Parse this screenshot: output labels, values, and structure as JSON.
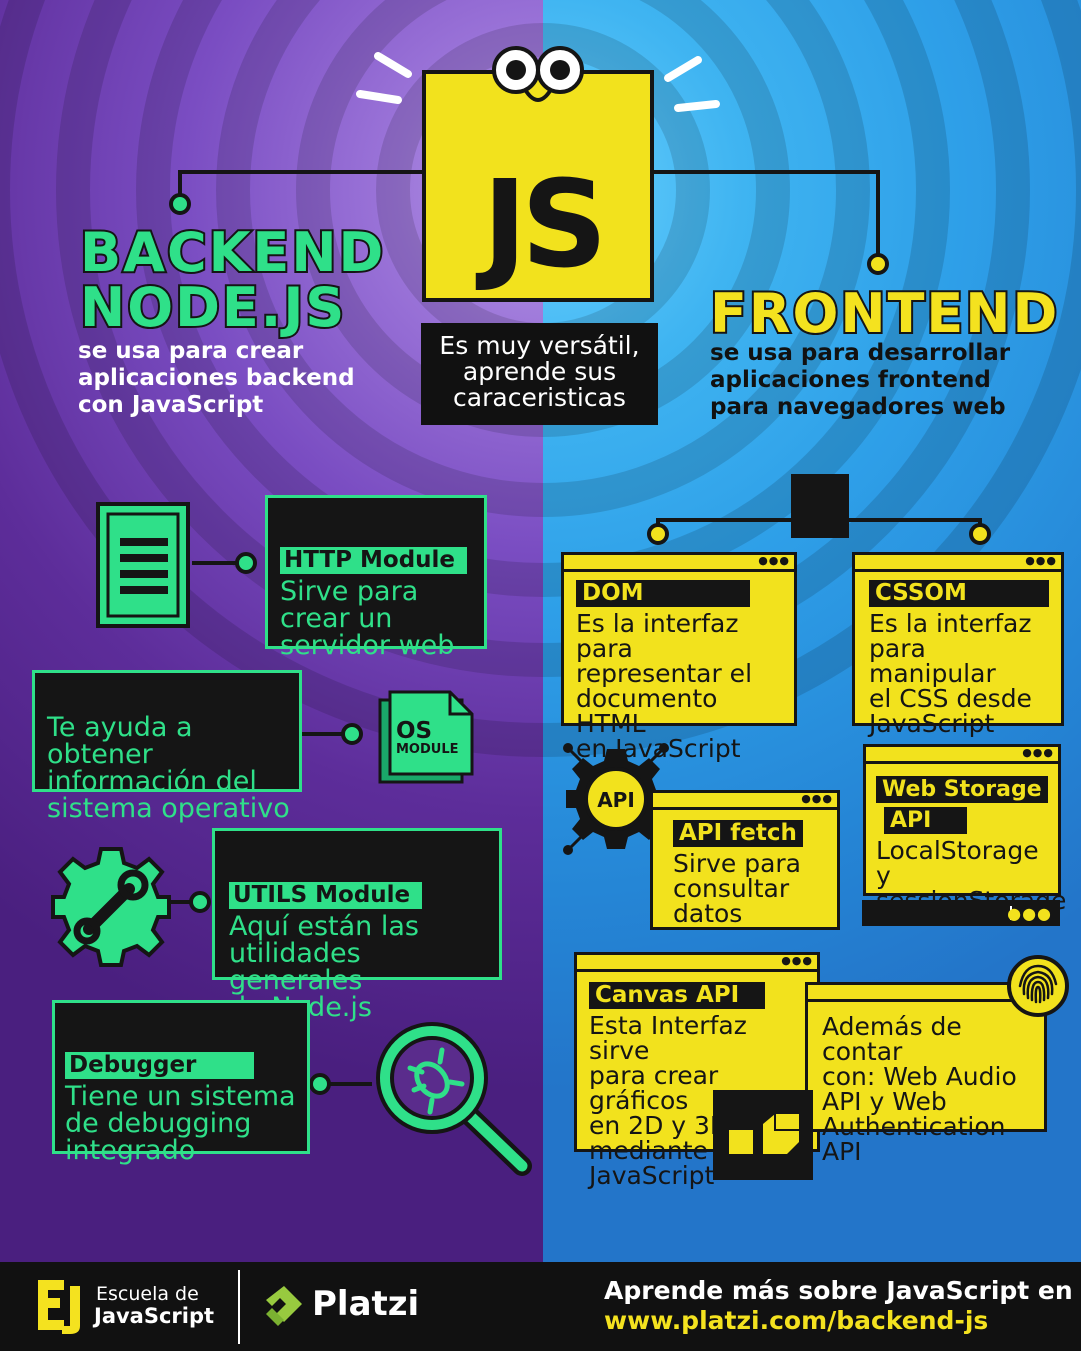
{
  "header": {
    "js_label": "JS",
    "center_note": "Es muy versátil,\naprende sus\ncaraceristicas"
  },
  "backend": {
    "title_line1": "BACKEND",
    "title_line2": "NODE.JS",
    "subtitle": "se usa para crear\naplicaciones backend\ncon JavaScript",
    "http": {
      "tag": "HTTP Module",
      "text": "Sirve para\ncrear un\nservidor web"
    },
    "os": {
      "text": "Te ayuda a obtener\ninformación del\nsistema operativo",
      "icon_line1": "OS",
      "icon_line2": "MODULE"
    },
    "utils": {
      "tag": "UTILS Module",
      "text": "Aquí están las\nutilidades generales\nde Node.js"
    },
    "debugger": {
      "tag": "Debugger",
      "text": "Tiene un sistema\nde debugging\nintegrado"
    }
  },
  "frontend": {
    "title": "FRONTEND",
    "subtitle": "se usa para desarrollar\naplicaciones frontend\npara navegadores web",
    "dom": {
      "tag": "DOM",
      "text": "Es la interfaz para\nrepresentar el\ndocumento HTML\nen JavaScript"
    },
    "cssom": {
      "tag": "CSSOM",
      "text": "Es la interfaz\npara manipular\nel CSS desde\nJavaScript"
    },
    "api_badge": "API",
    "fetch": {
      "tag": "API fetch",
      "text": "Sirve para\nconsultar\ndatos"
    },
    "storage": {
      "tag_line1": "Web Storage",
      "tag_line2": "API",
      "text": "LocalStorage y\nsessionStorage"
    },
    "canvas": {
      "tag": "Canvas API",
      "text": "Esta Interfaz sirve\npara crear gráficos\nen 2D y 3D\nmediante\nJavaScript"
    },
    "extras": {
      "text": "Además de contar\ncon: Web Audio\nAPI y Web\nAuthentication API"
    }
  },
  "footer": {
    "school_line1": "Escuela de",
    "school_line2": "JavaScript",
    "brand": "Platzi",
    "cta": "Aprende más sobre JavaScript en",
    "url": "www.platzi.com/backend-js"
  },
  "colors": {
    "green": "#2fe089",
    "yellow": "#f2e21d",
    "purple": "#6a3bb0",
    "blue": "#2e9fe8",
    "dark": "#151515"
  }
}
